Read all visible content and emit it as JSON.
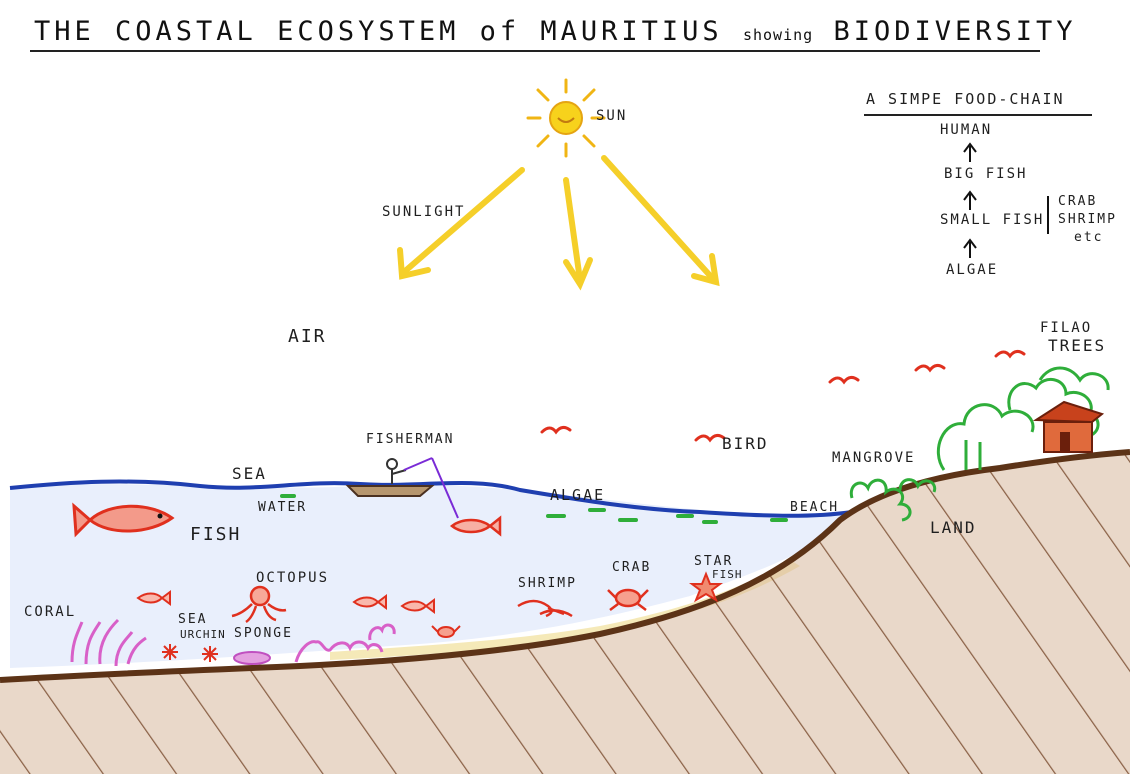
{
  "title": {
    "part1": "THE COASTAL ECOSYSTEM of MAURITIUS",
    "part2": "showing",
    "part3": "BIODIVERSITY"
  },
  "food_chain": {
    "title": "A SIMPE FOOD-CHAIN",
    "levels": [
      "HUMAN",
      "BIG FISH",
      "SMALL FISH",
      "ALGAE"
    ],
    "side_note_1": "CRAB",
    "side_note_2": "SHRIMP",
    "side_note_3": "etc"
  },
  "labels": {
    "sun": "SUN",
    "sunlight": "SUNLIGHT",
    "air": "AIR",
    "fisherman": "FISHERMAN",
    "bird": "BIRD",
    "sea": "SEA",
    "water": "WATER",
    "algae": "ALGAE",
    "beach": "BEACH",
    "mangrove": "MANGROVE",
    "filao": "FILAO",
    "trees": "TREES",
    "land": "LAND",
    "fish": "FISH",
    "octopus": "OCTOPUS",
    "coral": "CORAL",
    "sea_urchin_1": "SEA",
    "sea_urchin_2": "URCHIN",
    "sponge": "SPONGE",
    "shrimp": "SHRIMP",
    "crab": "CRAB",
    "starfish_1": "STAR",
    "starfish_2": "FISH"
  },
  "colors": {
    "sea_line": "#1f3fb0",
    "sea_fill": "#e8eefc",
    "land_brown": "#7a4420",
    "land_fill": "#c9a385",
    "sun": "#f2c414",
    "sunlight": "#f5d22e",
    "red": "#e0301e",
    "green": "#2fae3a",
    "pink": "#d860c8",
    "purple": "#8a2be2"
  }
}
